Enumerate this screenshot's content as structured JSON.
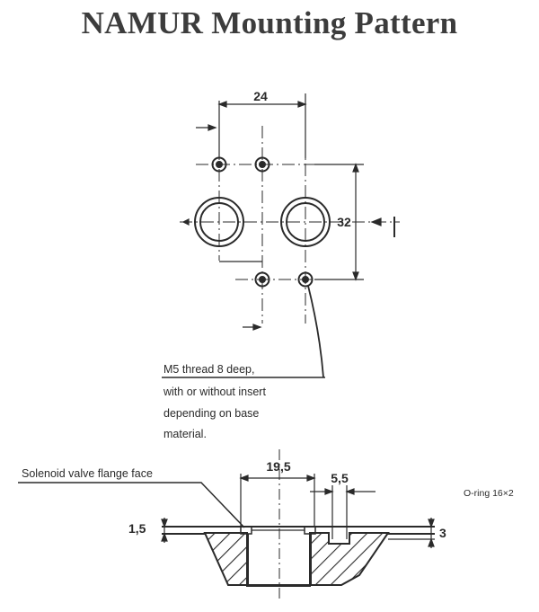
{
  "title": "NAMUR Mounting Pattern",
  "top_view": {
    "dim_horizontal": "24",
    "dim_vertical": "32",
    "thread_note": [
      "M5 thread 8 deep,",
      "with or without insert",
      "depending on base",
      "material."
    ]
  },
  "section_view": {
    "flange_face_label": "Solenoid valve flange face",
    "dim_bore": "19,5",
    "dim_groove": "5,5",
    "dim_left_height": "1,5",
    "dim_right_height": "3",
    "oring_label": "O-ring 16×2"
  },
  "colors": {
    "line": "#2a2a2a",
    "title": "#3c3c3c"
  }
}
